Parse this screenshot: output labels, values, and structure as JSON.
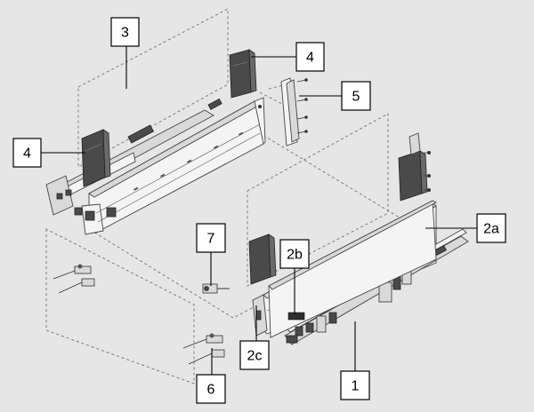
{
  "diagram": {
    "background": "#e6e6e6",
    "callouts": [
      {
        "id": "c3",
        "label": "3"
      },
      {
        "id": "c4a",
        "label": "4"
      },
      {
        "id": "c4b",
        "label": "4"
      },
      {
        "id": "c5",
        "label": "5"
      },
      {
        "id": "c2a",
        "label": "2a"
      },
      {
        "id": "c7",
        "label": "7"
      },
      {
        "id": "c2b",
        "label": "2b"
      },
      {
        "id": "c2c",
        "label": "2c"
      },
      {
        "id": "c6",
        "label": "6"
      },
      {
        "id": "c1",
        "label": "1"
      }
    ]
  }
}
